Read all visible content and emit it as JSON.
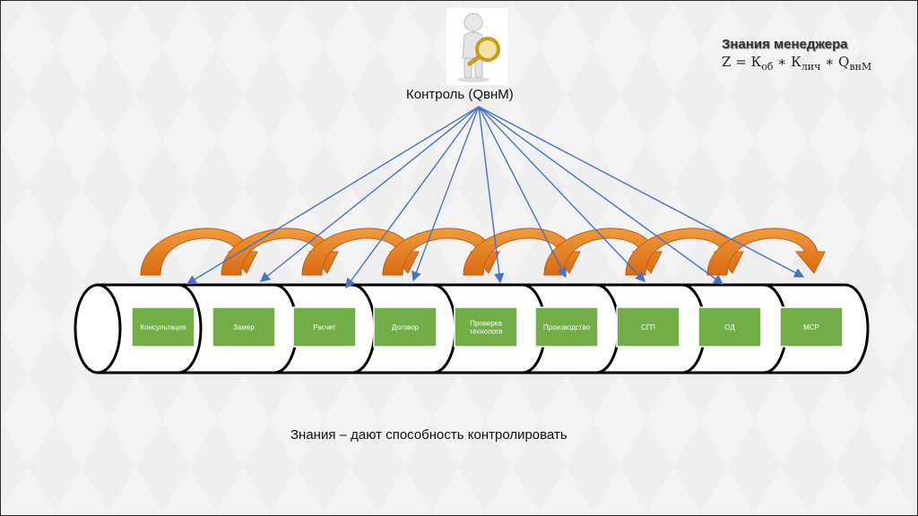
{
  "control": {
    "label": "Контроль (QвнМ)",
    "figure_icon": "person-with-magnifier"
  },
  "formula": {
    "title": "Знания менеджера",
    "z": "Z",
    "eq": "=",
    "k1": "К",
    "k1_sub": "об",
    "op1": "∗",
    "k2": "К",
    "k2_sub": "лич",
    "op2": "∗",
    "q": "Q",
    "q_sub": "внМ"
  },
  "stages": [
    "Консультация",
    "Замер",
    "Расчет",
    "Договор",
    "Проверка технолога",
    "Производство",
    "СГП",
    "ОД",
    "МСР"
  ],
  "caption": "Знания – дают способность контролировать",
  "colors": {
    "stage_fill": "#72ad47",
    "arrow_blue": "#4a72c0",
    "arc_orange": "#e57b22",
    "cylinder_stroke": "#000000"
  }
}
